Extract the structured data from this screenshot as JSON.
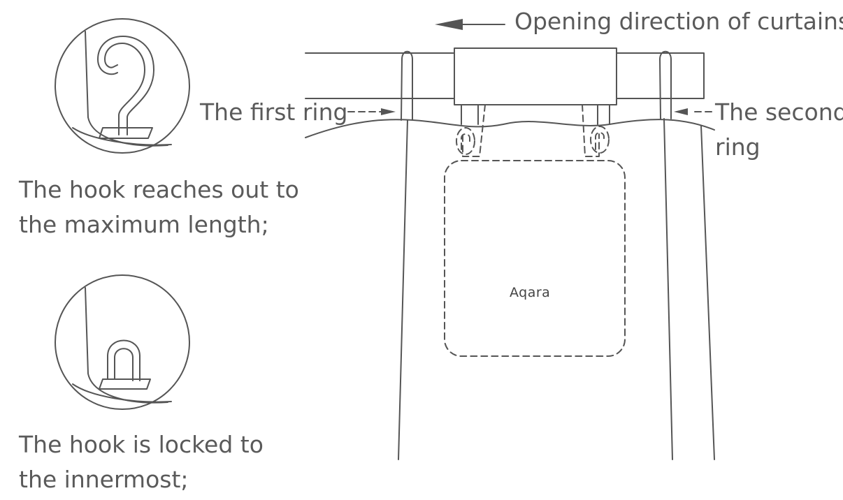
{
  "labels": {
    "opening_direction": "Opening direction of curtains",
    "first_ring": "The first ring",
    "second_ring_line1": "The second",
    "second_ring_line2": "ring",
    "hook_max_line1": "The hook reaches out to",
    "hook_max_line2": "the maximum length;",
    "hook_locked_line1": "The hook is locked to",
    "hook_locked_line2": "the innermost;"
  },
  "brand": "Aqara",
  "colors": {
    "stroke": "#555555",
    "text": "#5a5a5a",
    "background": "#ffffff"
  }
}
